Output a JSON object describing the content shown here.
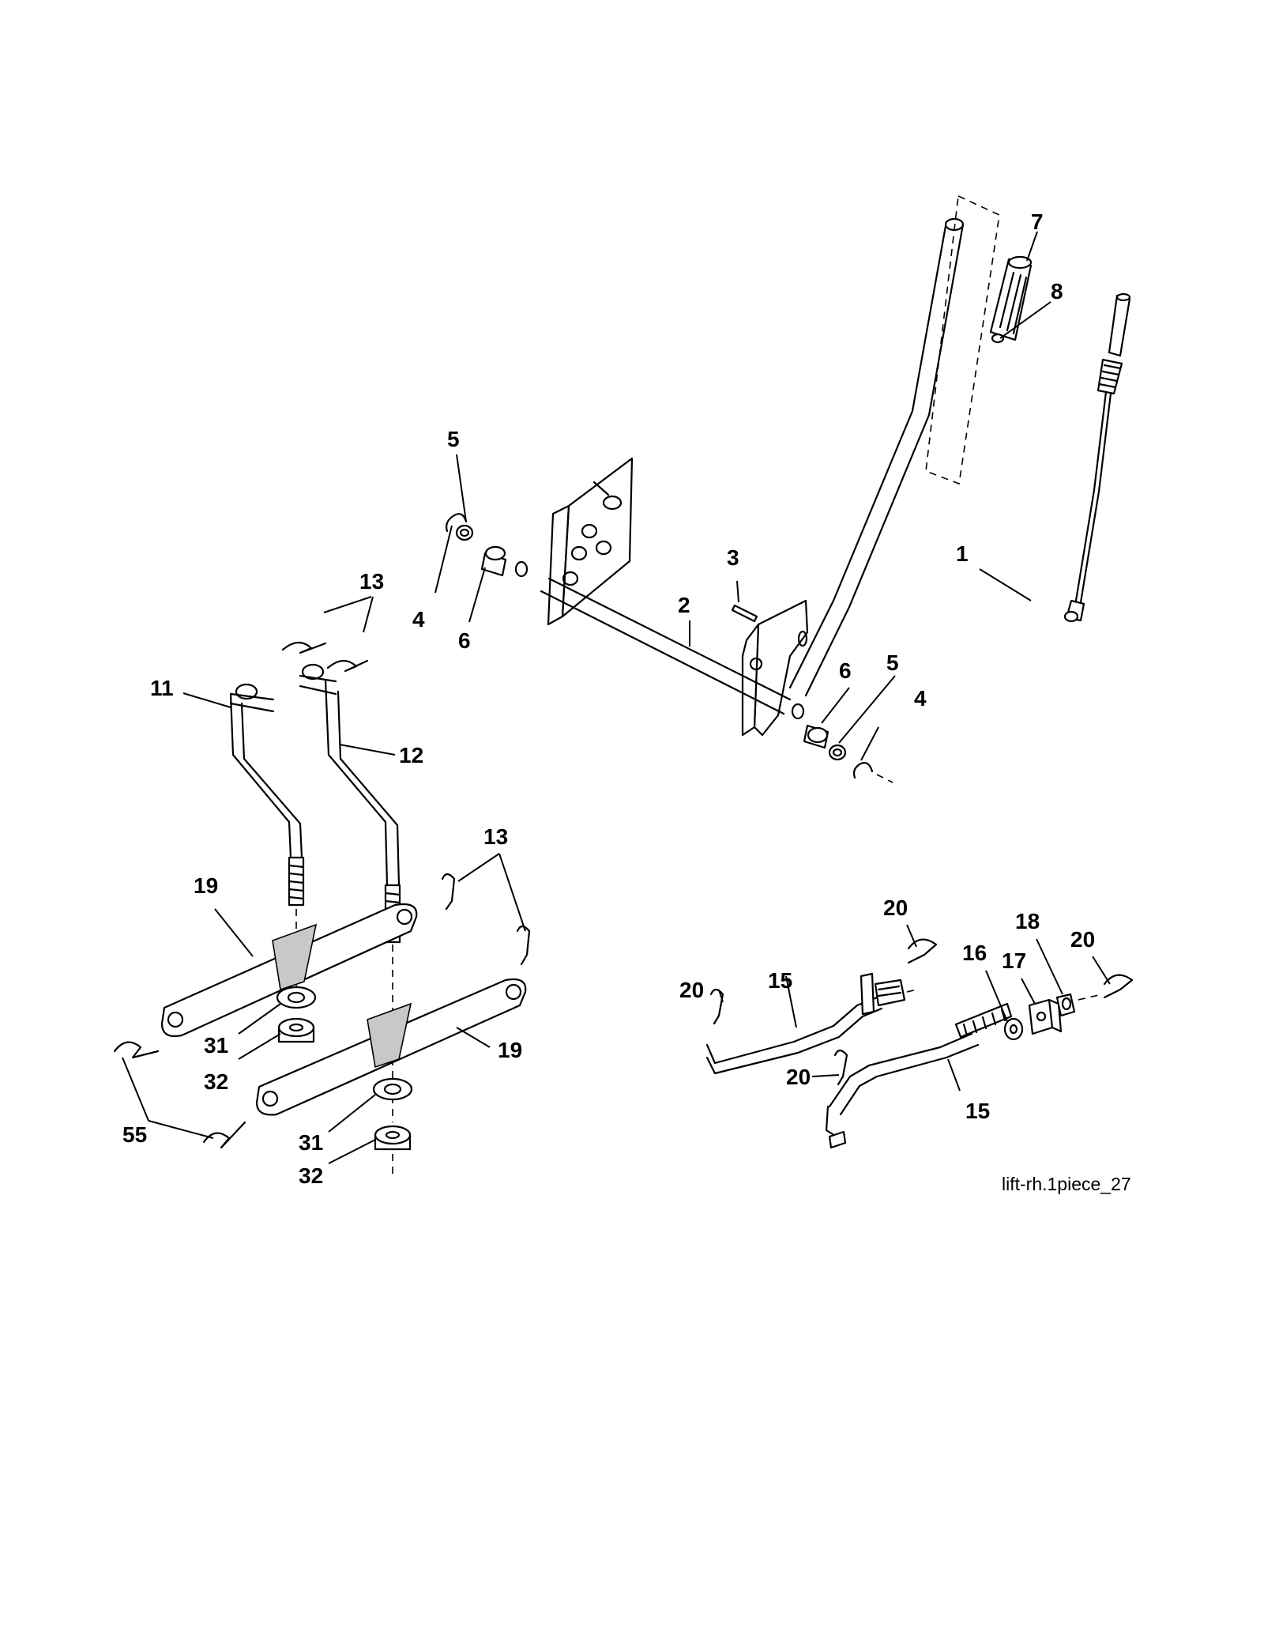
{
  "callouts": {
    "c1": "1",
    "c2": "2",
    "c3": "3",
    "c4a": "4",
    "c4b": "4",
    "c5a": "5",
    "c5b": "5",
    "c6a": "6",
    "c6b": "6",
    "c7": "7",
    "c8": "8",
    "c11": "11",
    "c12": "12",
    "c13a": "13",
    "c13b": "13",
    "c15a": "15",
    "c15b": "15",
    "c16": "16",
    "c17": "17",
    "c18": "18",
    "c19a": "19",
    "c19b": "19",
    "c20a": "20",
    "c20b": "20",
    "c20c": "20",
    "c20d": "20",
    "c31a": "31",
    "c31b": "31",
    "c32a": "32",
    "c32b": "32",
    "c55": "55"
  },
  "figure_ref": "lift-rh.1piece_27"
}
